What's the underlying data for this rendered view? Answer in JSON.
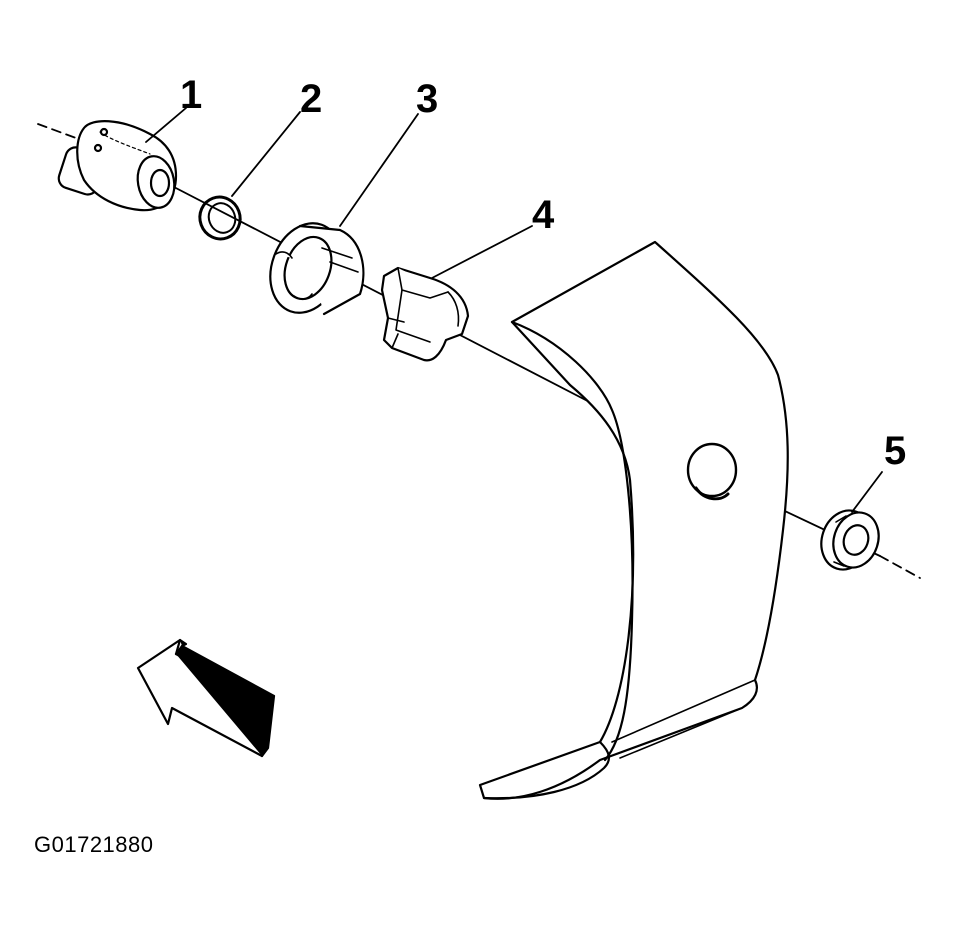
{
  "figure": {
    "id": "G01721880"
  },
  "callouts": [
    {
      "number": "1",
      "part": "sensor"
    },
    {
      "number": "2",
      "part": "seal-ring"
    },
    {
      "number": "3",
      "part": "retainer-bezel"
    },
    {
      "number": "4",
      "part": "mounting-bracket"
    },
    {
      "number": "5",
      "part": "outer-grommet"
    }
  ],
  "icons": {
    "direction_arrow": "forward-arrow-icon"
  },
  "colors": {
    "line": "#000000",
    "background": "#ffffff"
  }
}
